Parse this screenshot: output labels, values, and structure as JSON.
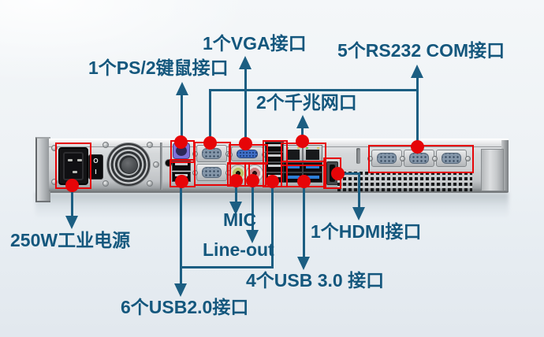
{
  "labels": {
    "vga": "1个VGA接口",
    "rs232": "5个RS232 COM接口",
    "ps2": "1个PS/2键鼠接口",
    "lan": "2个千兆网口",
    "power": "250W工业电源",
    "mic": "MIC",
    "lineout": "Line-out",
    "hdmi": "1个HDMI接口",
    "usb3": "4个USB 3.0 接口",
    "usb2": "6个USB2.0接口"
  },
  "power_switch": {
    "off_marking": "O",
    "on_marking": "I"
  },
  "colors": {
    "highlight_red": "#e60508",
    "callout_line": "#1c5e82",
    "label_text": "#14577d",
    "chassis_silver": "#cfd2d4",
    "background_top": "#f4f7f9",
    "background_bottom": "#e2e8ee"
  }
}
